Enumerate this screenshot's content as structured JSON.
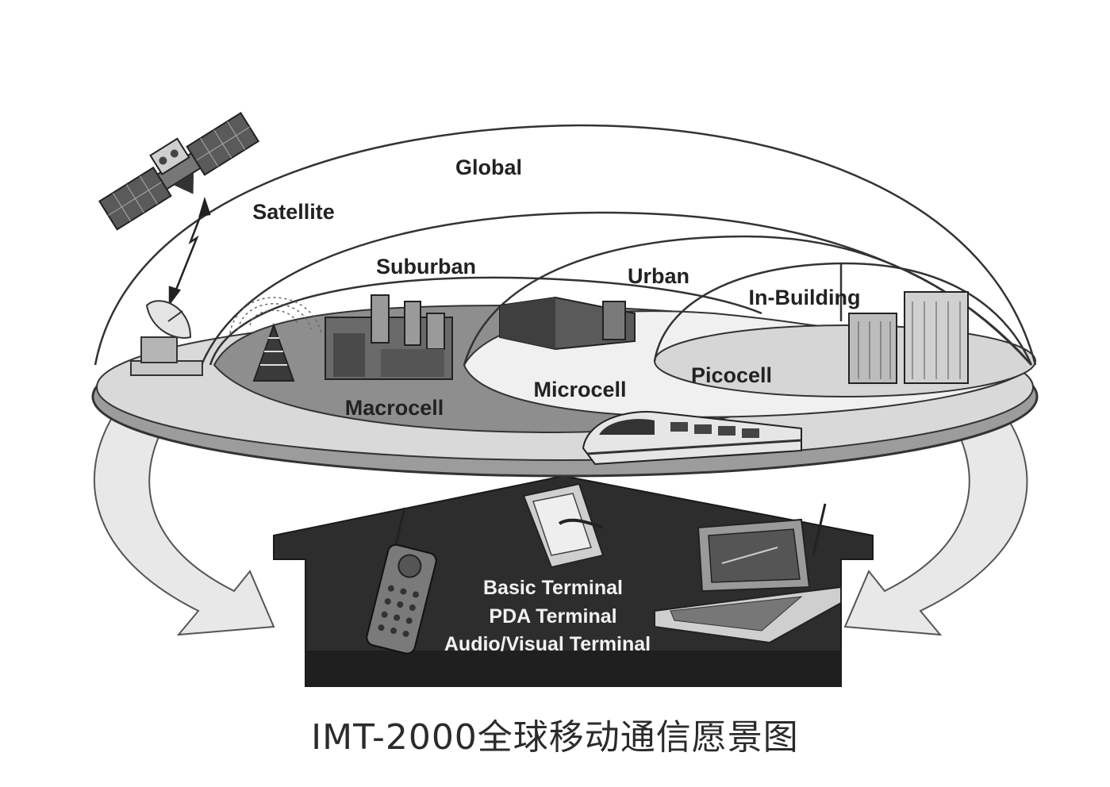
{
  "diagram": {
    "zones": {
      "global": "Global",
      "satellite": "Satellite",
      "suburban": "Suburban",
      "urban": "Urban",
      "in_building": "In-Building"
    },
    "cells": {
      "macrocell": "Macrocell",
      "microcell": "Microcell",
      "picocell": "Picocell"
    },
    "terminals": [
      "Basic Terminal",
      "PDA Terminal",
      "Audio/Visual Terminal"
    ],
    "caption": "IMT-2000全球移动通信愿景图"
  },
  "colors": {
    "dark_platform": "#2d2d2d",
    "light_ground": "#dcdcdc",
    "mid_ground": "#9a9a9a",
    "outline": "#333333"
  }
}
